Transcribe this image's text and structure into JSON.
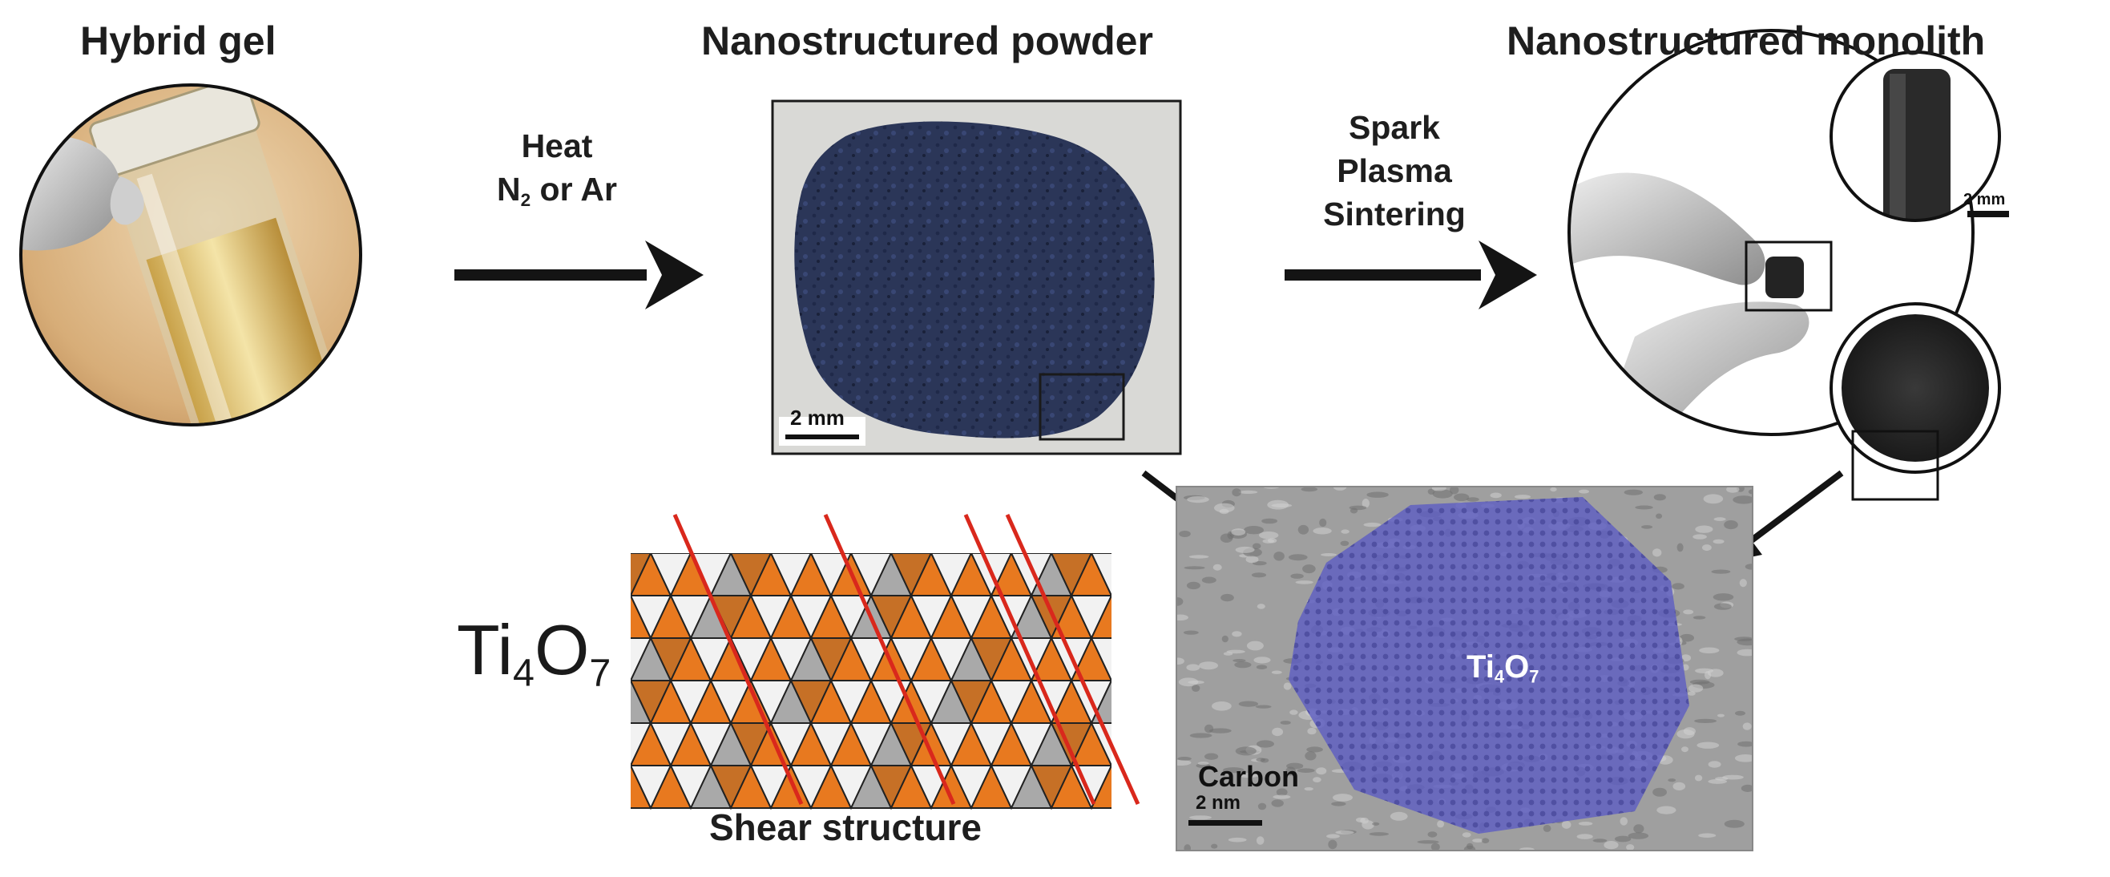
{
  "headings": {
    "gel": "Hybrid gel",
    "powder": "Nanostructured powder",
    "monolith": "Nanostructured monolith"
  },
  "step1": {
    "line1": "Heat",
    "line2_pre": "N",
    "line2_sub": "2",
    "line2_post": " or Ar"
  },
  "step2": {
    "line1": "Spark",
    "line2": "Plasma",
    "line3": "Sintering"
  },
  "scale_bars": {
    "powder": "2 mm",
    "monolith": "2 mm",
    "tem": "2 nm"
  },
  "structure": {
    "formula_main": "Ti",
    "formula_sub1": "4",
    "formula_o": "O",
    "formula_sub2": "7",
    "caption": "Shear structure"
  },
  "tem": {
    "formula_main": "Ti",
    "formula_sub1": "4",
    "formula_o": "O",
    "formula_sub2": "7",
    "carbon_label": "Carbon"
  },
  "colors": {
    "arrow": "#141414",
    "powder": "#2b3658",
    "crystal": "#5e5ec2",
    "octa_orange": "#e8791f",
    "octa_gray": "#a9a9a9",
    "shear_line": "#d9281c",
    "monolith": "#2c2c2c"
  }
}
